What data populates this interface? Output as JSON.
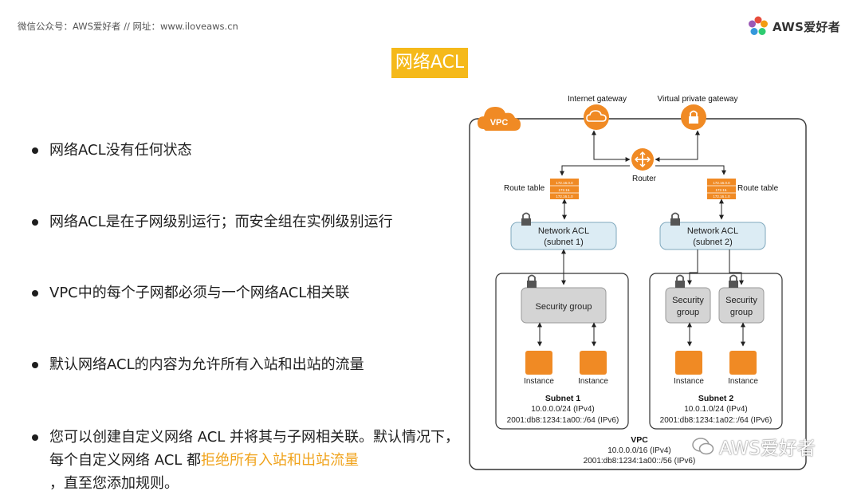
{
  "header": {
    "source_text": "微信公众号：AWS爱好者  //  网址：www.iloveaws.cn",
    "logo_text": "AWS爱好者",
    "logo_icon": "flower-logo-icon"
  },
  "title": "网络ACL",
  "bullets": [
    "网络ACL没有任何状态",
    "网络ACL是在子网级别运行；而安全组在实例级别运行",
    "VPC中的每个子网都必须与一个网络ACL相关联",
    "默认网络ACL的内容为允许所有入站和出站的流量"
  ],
  "bullet5": {
    "part1": "您可以创建自定义网络 ACL 并将其与子网相关联。默认情况下，每个自定义网络 ACL 都",
    "highlight": "拒绝所有入站和出站流量",
    "part2": "，直至您添加规则。"
  },
  "diagram": {
    "vpc_badge": "VPC",
    "internet_gateway": "Internet gateway",
    "virtual_private_gateway": "Virtual private gateway",
    "router": "Router",
    "route_table_left": "Route table",
    "route_table_right": "Route table",
    "rt_row1": "172.16.0.0",
    "rt_row2": "172.16.",
    "rt_row3": "172.16.1.0",
    "nacl1_line1": "Network ACL",
    "nacl1_line2": "(subnet 1)",
    "nacl2_line1": "Network ACL",
    "nacl2_line2": "(subnet 2)",
    "sg1": "Security group",
    "sg2a_line1": "Security",
    "sg2a_line2": "group",
    "sg2b_line1": "Security",
    "sg2b_line2": "group",
    "instance": "Instance",
    "subnet1_name": "Subnet 1",
    "subnet1_ipv4": "10.0.0.0/24 (IPv4)",
    "subnet1_ipv6": "2001:db8:1234:1a00::/64 (IPv6)",
    "subnet2_name": "Subnet 2",
    "subnet2_ipv4": "10.0.1.0/24 (IPv4)",
    "subnet2_ipv6": "2001:db8:1234:1a02::/64 (IPv6)",
    "vpc_name": "VPC",
    "vpc_ipv4": "10.0.0.0/16 (IPv4)",
    "vpc_ipv6": "2001:db8:1234:1a00::/56 (IPv6)"
  },
  "watermark": "AWS爱好者",
  "colors": {
    "title_bg": "#f5b91a",
    "highlight": "#f0a31c",
    "aws_orange": "#f08a24",
    "acl_fill": "#dcecf4",
    "sg_fill": "#d4d4d4"
  }
}
